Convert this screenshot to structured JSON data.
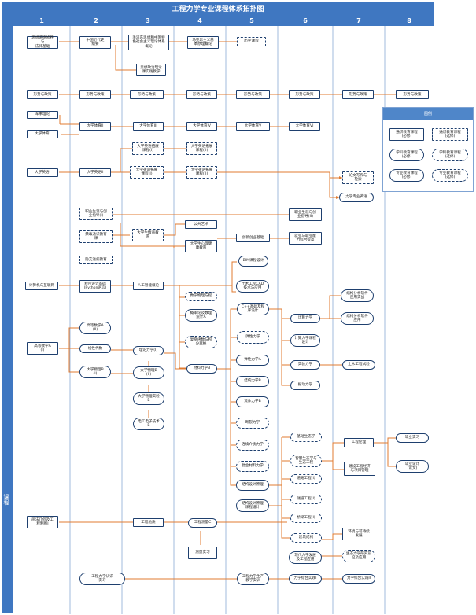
{
  "title": "工程力学专业课程体系拓扑图",
  "side_label": "课程",
  "semesters": [
    "1",
    "2",
    "3",
    "4",
    "5",
    "6",
    "7",
    "8"
  ],
  "legend": {
    "title": "图例",
    "items": [
      "通识教育课程\n(必修)",
      "通识教育课程\n(选修)",
      "学科教育课程\n(必修)",
      "学科教育课程\n(选修)",
      "专业教育课程\n(必修)",
      "专业教育课程\n(选修)"
    ]
  },
  "courses": {
    "c1a": "思想道德修养\n与\n法律基础",
    "c1b": "形势与政策",
    "c1c": "军事理论",
    "c1d": "大学体育I",
    "c1e": "大学英语I",
    "c1f": "计算机与互联网",
    "c1g": "高等数学A\n(I)",
    "c1h": "画法几何及工\n程制图I",
    "c2a": "中国近代史\n纲要",
    "c2b": "形势与政策",
    "c2c": "大学体育II",
    "c2d": "大学英语II",
    "c2e": "职业生涯与创\n业指导(I)",
    "c2f": "禁毒通识教育\n课",
    "c2g": "防艾滋病教育",
    "c2h": "程序设计基础\n(Python语言)",
    "c2i": "高等数学A\n(II)",
    "c2j": "线性代数",
    "c2k": "大学物理B\n(I)",
    "c2l": "工程力学认识\n实习",
    "c3a": "毛泽东思想和中国特\n色社会主义理论体系\n概论",
    "c3b": "思想政治理论\n课实践教学",
    "c3c": "形势与政策",
    "c3d": "大学体育III",
    "c3e": "大学英语拓展\n课程(I)",
    "c3f": "大学英语拓展\n课程(I)",
    "c3g": "大学生情商教\n育",
    "c3h": "人工智能概论",
    "c3i": "理论力学(I)",
    "c3j": "大学物理B\n(II)",
    "c3k": "大学物理实验\nB",
    "c3l": "电工电子技术\nB",
    "c3m": "工程地质",
    "c4a": "马克思主义基\n本原理概论",
    "c4b": "形势与政策",
    "c4c": "大学体育IV",
    "c4d": "大学英语拓展\n课程(II)",
    "c4e": "大学英语拓展\n课程(II)",
    "c4f": "公共艺术",
    "c4g": "大学生心理健\n康教育",
    "c4h": "数学物理方程",
    "c4i": "概率论及数理\n统计A",
    "c4j": "复变函数与积\n分变换",
    "c4k": "材料力学B",
    "c4l": "工程测量C",
    "c4m": "测量实习",
    "c5a": "历史课程",
    "c5b": "形势与政策",
    "c5c": "大学体育V",
    "c5d": "创新创业基础",
    "c5e": "BIM课程设计",
    "c5f": "土木工程CAD\n技术与应用",
    "c5g": "C++基础及程\n序设计",
    "c5h": "弹性力学",
    "c5i": "弹性力学A",
    "c5j": "结构力学B",
    "c5k": "流体力学B",
    "c5l": "断裂力学",
    "c5m": "连续介质力学",
    "c5n": "复合材料力学",
    "c5o": "结构设计原理",
    "c5p": "结构设计原理\n课程设计",
    "c5q": "工程力学生产\n教学实训",
    "c6a": "形势与政策",
    "c6b": "大学体育VI",
    "c6c": "职业生涯与创\n业指导(II)",
    "c6d": "就业与职业能\n力综合提高",
    "c6e": "计算力学",
    "c6f": "计算力学课程\n设计",
    "c6g": "实验力学",
    "c6h": "振动力学",
    "c6i": "基础生态学",
    "c6j": "智慧生态学与\n生态工程",
    "c6k": "道路工程(I)",
    "c6l": "隧道工程(I)",
    "c6m": "桥梁工程(I)",
    "c6n": "建筑结构",
    "c6o": "现代力学发展\n及工程应用",
    "c6p": "力学综合实践I",
    "c7a": "形势与政策",
    "c7b": "论文写作与\n检索",
    "c7c": "力学专业英语",
    "c7d": "结构分析软件\n应用实战",
    "c7e": "结构分析软件\n应用",
    "c7f": "土木工程试验",
    "c7g": "工程伦理",
    "c7h": "建设工程经济\n与项目管理",
    "c7i": "环境与可持续\n发展",
    "c7j": "生态力学研究前\n沿及应用",
    "c7k": "力学综合实践II",
    "c8a": "形势与政策",
    "c8b": "毕业实习",
    "c8c": "毕业设计\n(论文)"
  }
}
